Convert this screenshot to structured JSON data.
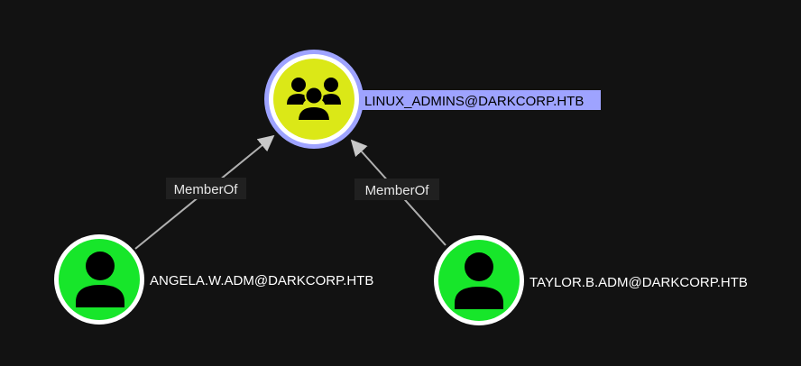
{
  "colors": {
    "background": "#121212",
    "group_fill": "#dbe817",
    "user_fill": "#17e62a",
    "selected_ring": "#9ea3ff",
    "edge": "#b0b0b0"
  },
  "nodes": [
    {
      "id": "group",
      "label": "LINUX_ADMINS@DARKCORP.HTB",
      "icon": "users-group-icon",
      "selected": true
    },
    {
      "id": "angela",
      "label": "ANGELA.W.ADM@DARKCORP.HTB",
      "icon": "user-icon"
    },
    {
      "id": "taylor",
      "label": "TAYLOR.B.ADM@DARKCORP.HTB",
      "icon": "user-icon"
    }
  ],
  "edges": [
    {
      "from": "angela",
      "to": "group",
      "label": "MemberOf"
    },
    {
      "from": "taylor",
      "to": "group",
      "label": "MemberOf"
    }
  ]
}
